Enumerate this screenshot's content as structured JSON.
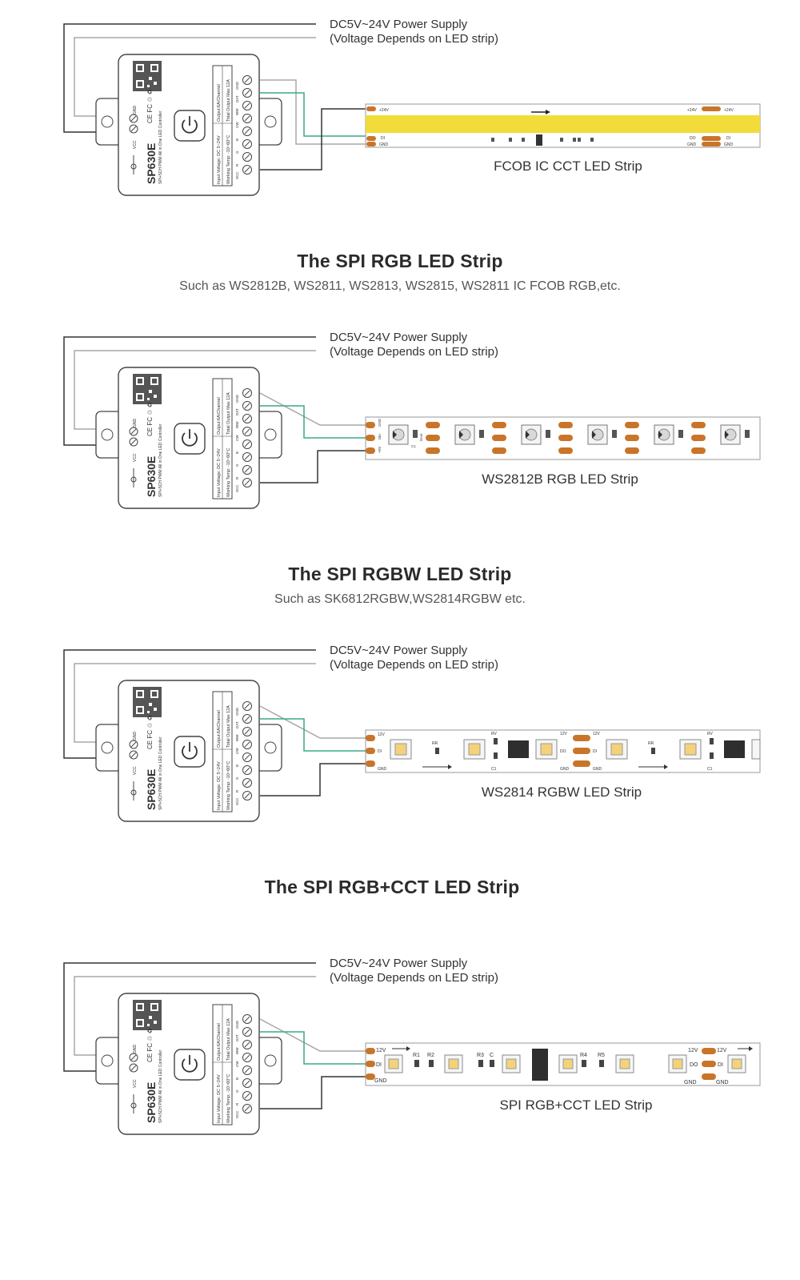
{
  "colors": {
    "wire_dark": "#333333",
    "wire_light": "#a8a8a8",
    "wire_data": "#3aa98a",
    "pad": "#c8752a",
    "cob_yellow": "#f2dc3a",
    "strip_border": "#9a9a9a",
    "controller_fill": "#ffffff"
  },
  "controller": {
    "model": "SP630E",
    "desc": "SPI+5CH PWM All in One LED Controller",
    "certs": "CE FC ♲ ♻",
    "label_vcc": "VCC",
    "label_gnd": "GND",
    "spec_input": "Input Voltage: DC 5~24V",
    "spec_temp": "Working Temp: -10~60°C",
    "spec_output": "Output:6A/Channel",
    "spec_total": "Total Output Max 12A",
    "terminals": [
      "GND",
      "DAT",
      "WW",
      "CW",
      "B",
      "G",
      "R",
      "VCC"
    ]
  },
  "diagrams": [
    {
      "supply_line1": "DC5V~24V Power Supply",
      "supply_line2": "(Voltage Depends on LED strip)",
      "strip_caption": "FCOB IC CCT LED Strip",
      "strip_type": "cob",
      "labels": {
        "vplus": "+24V",
        "di": "DI",
        "gnd": "GND",
        "do": "DO",
        "vplus2": "+24V",
        "di2": "DI",
        "gnd2": "GND",
        "vplus3": "+24V"
      }
    },
    {
      "supply_line1": "DC5V~24V Power Supply",
      "supply_line2": "(Voltage Depends on LED strip)",
      "strip_caption": "WS2812B RGB LED Strip",
      "strip_type": "rgb",
      "labels": {
        "v5": "+5V",
        "din": "Din",
        "gnd": "GND",
        "dout": "Dout",
        "c1": "C1"
      }
    },
    {
      "supply_line1": "DC5V~24V Power Supply",
      "supply_line2": "(Voltage Depends on LED strip)",
      "strip_caption": "WS2814 RGBW LED Strip",
      "strip_type": "rgbw",
      "labels": {
        "v12": "12V",
        "di": "DI",
        "gnd": "GND",
        "rr": "RR",
        "rv": "RV",
        "c1": "C1",
        "do": "DO"
      }
    },
    {
      "supply_line1": "DC5V~24V Power Supply",
      "supply_line2": "(Voltage Depends on LED strip)",
      "strip_caption": "SPI RGB+CCT LED Strip",
      "strip_type": "rgbcct",
      "labels": {
        "v12": "12V",
        "di": "DI",
        "gnd": "GND",
        "do": "DO",
        "r1": "R1",
        "r2": "R2",
        "r3": "R3",
        "c": "C",
        "r4": "R4",
        "r5": "R5"
      }
    }
  ],
  "sections": [
    {
      "heading": "The SPI RGB LED Strip",
      "subtitle": "Such as WS2812B, WS2811, WS2813, WS2815, WS2811 IC FCOB RGB,etc."
    },
    {
      "heading": "The SPI RGBW LED Strip",
      "subtitle": "Such as SK6812RGBW,WS2814RGBW etc."
    },
    {
      "heading": "The SPI RGB+CCT LED Strip",
      "subtitle": ""
    }
  ]
}
